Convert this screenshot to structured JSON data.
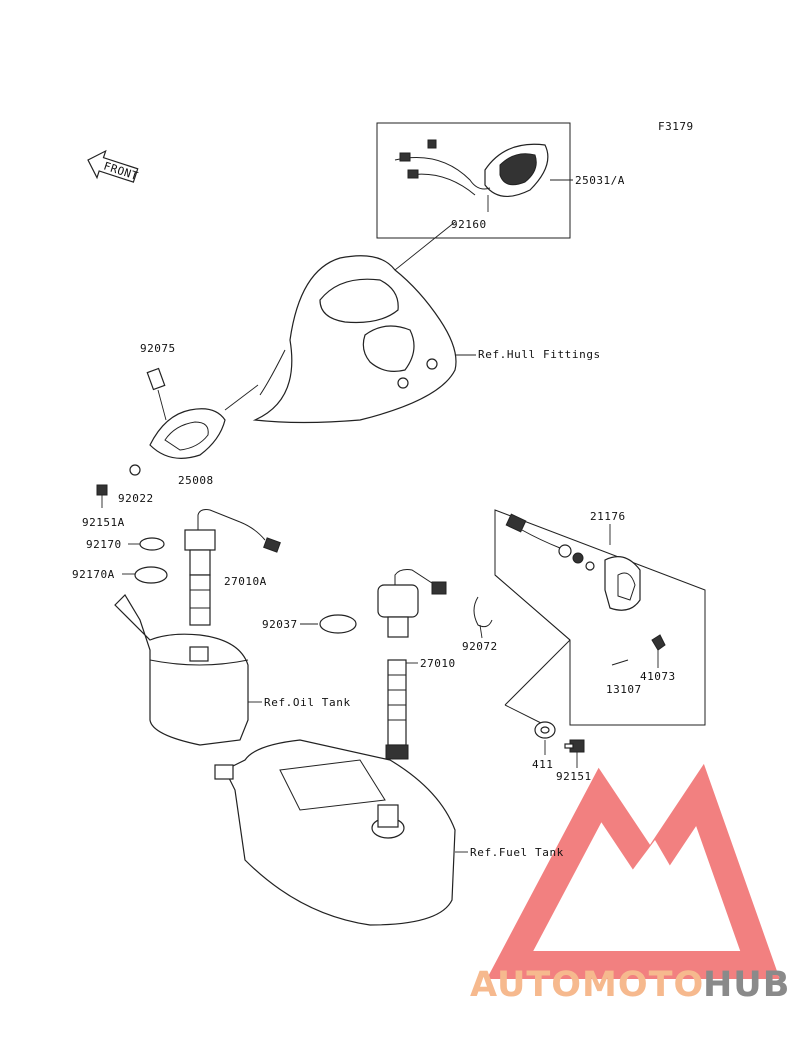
{
  "diagram_code": "F3179",
  "front_label": "FRONT",
  "parts": {
    "p25031A": "25031/A",
    "p92160": "92160",
    "p92075": "92075",
    "p25008": "25008",
    "p92022": "92022",
    "p92151A": "92151A",
    "p92170": "92170",
    "p92170A": "92170A",
    "p27010A": "27010A",
    "p92037": "92037",
    "p92072": "92072",
    "p27010": "27010",
    "p21176": "21176",
    "p41073": "41073",
    "p13107": "13107",
    "p411": "411",
    "p92151": "92151"
  },
  "references": {
    "hull": "Ref.Hull Fittings",
    "oil": "Ref.Oil Tank",
    "fuel": "Ref.Fuel Tank"
  },
  "watermark": {
    "part1": "AUTOMOTO",
    "part2": "HUB",
    "color1": "#f6b98e",
    "color2": "#8a8a8a",
    "logo_color": "#f06a6a"
  }
}
